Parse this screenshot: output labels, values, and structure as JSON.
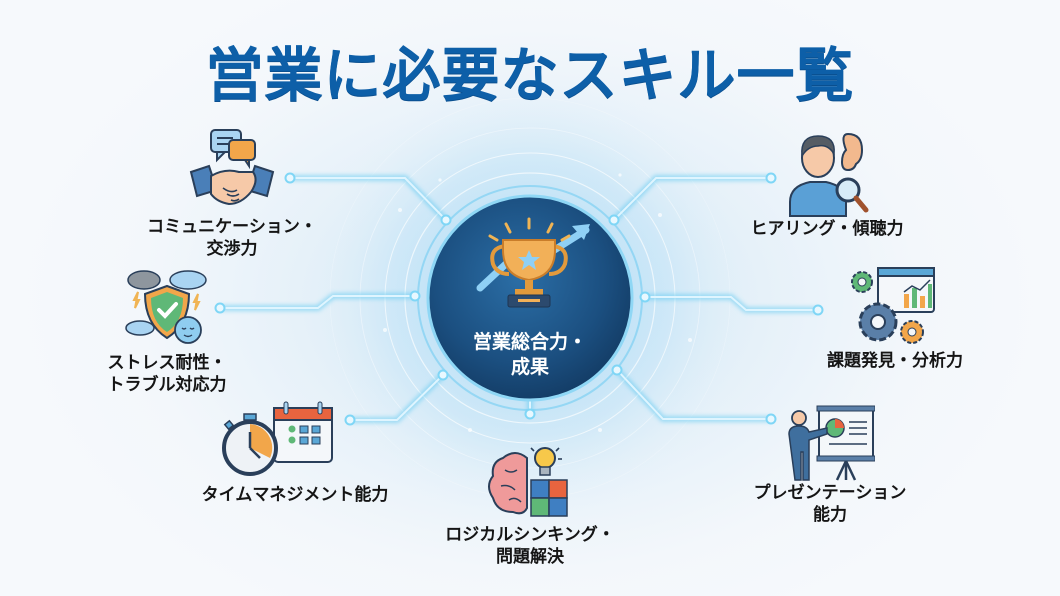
{
  "title": "営業に必要なスキル一覧",
  "center": {
    "label_line1": "営業総合力・",
    "label_line2": "成果",
    "icon": "trophy-with-rising-arrow-icon"
  },
  "skills": [
    {
      "id": "communication",
      "line1": "コミュニケーション・",
      "line2": "交渉力",
      "icon": "handshake-chat-icon",
      "position": "left-top"
    },
    {
      "id": "stress",
      "line1": "ストレス耐性・",
      "line2": "トラブル対応力",
      "icon": "shield-check-calm-face-icon",
      "position": "left-middle"
    },
    {
      "id": "time",
      "line1": "タイムマネジメント能力",
      "line2": "",
      "icon": "stopwatch-calendar-icon",
      "position": "left-bottom"
    },
    {
      "id": "logical",
      "line1": "ロジカルシンキング・",
      "line2": "問題解決",
      "icon": "brain-lightbulb-puzzle-icon",
      "position": "bottom"
    },
    {
      "id": "hearing",
      "line1": "ヒアリング・傾聴力",
      "line2": "",
      "icon": "person-ear-magnifier-icon",
      "position": "right-top"
    },
    {
      "id": "analysis",
      "line1": "課題発見・分析力",
      "line2": "",
      "icon": "gears-chart-icon",
      "position": "right-middle"
    },
    {
      "id": "presentation",
      "line1": "プレゼンテーション",
      "line2": "能力",
      "icon": "presenter-board-icon",
      "position": "right-bottom"
    }
  ],
  "colors": {
    "title": "#0d5fa8",
    "center_circle": "#1b4f80",
    "connector": "#5cc8f0",
    "label_text": "#151515"
  }
}
